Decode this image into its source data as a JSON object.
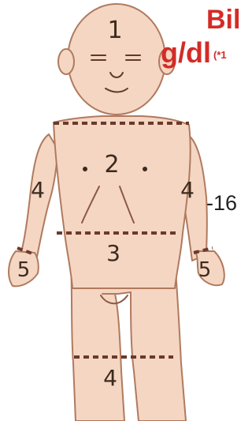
{
  "header": {
    "line1": "Bil",
    "line2_unit": "g/dl",
    "line2_note": "(*1"
  },
  "side_value": "-16",
  "zones": {
    "head": "1",
    "trunk_upper": "2",
    "arm_left": "4",
    "arm_right": "4",
    "hand_left": "5",
    "hand_right": "5",
    "trunk_lower": "3",
    "legs_lower": "4"
  },
  "colors": {
    "skin": "#f4d6c3",
    "outline": "#b07a5e",
    "dash": "#6b3a2a",
    "header_red": "#d42b26"
  }
}
